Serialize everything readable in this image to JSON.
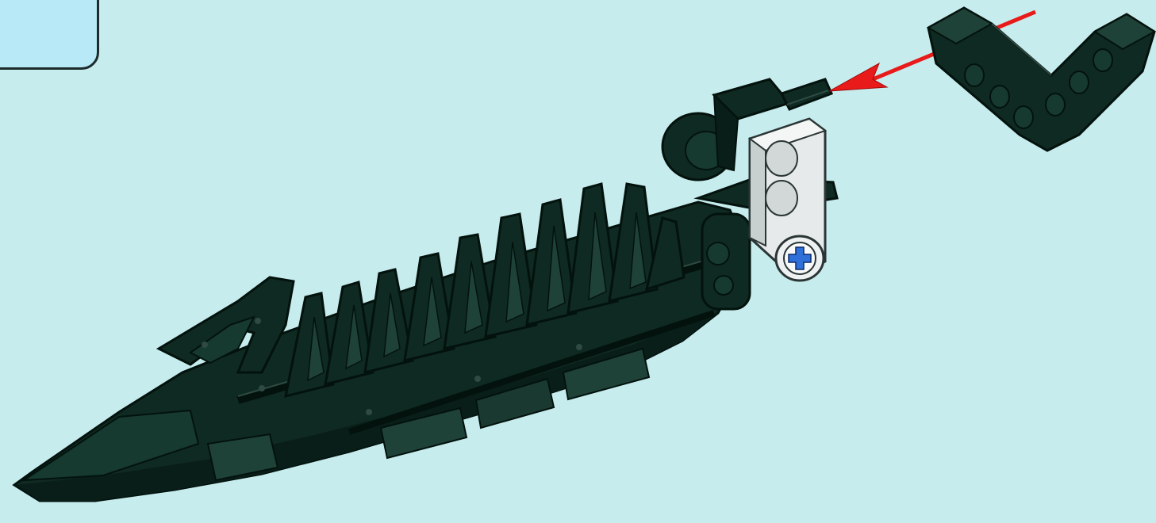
{
  "colors": {
    "background": "#c6ecee",
    "callout_fill": "#b7e9f7",
    "part_dark_green": "#0f2a22",
    "part_highlight": "#2f4a42",
    "part_light_gray": "#e6eaea",
    "axle_hole_blue": "#2f6fd8",
    "arrow_red": "#e81a1a"
  },
  "parts": [
    {
      "name": "serrated-blade",
      "color": "dark-green"
    },
    {
      "name": "round-connector-hub",
      "color": "dark-green"
    },
    {
      "name": "axle-pin",
      "color": "dark-green"
    },
    {
      "name": "connector-block",
      "color": "light-gray"
    },
    {
      "name": "bent-liftarm",
      "color": "dark-green"
    }
  ],
  "annotations": [
    {
      "type": "assembly-arrow",
      "color": "red"
    }
  ]
}
